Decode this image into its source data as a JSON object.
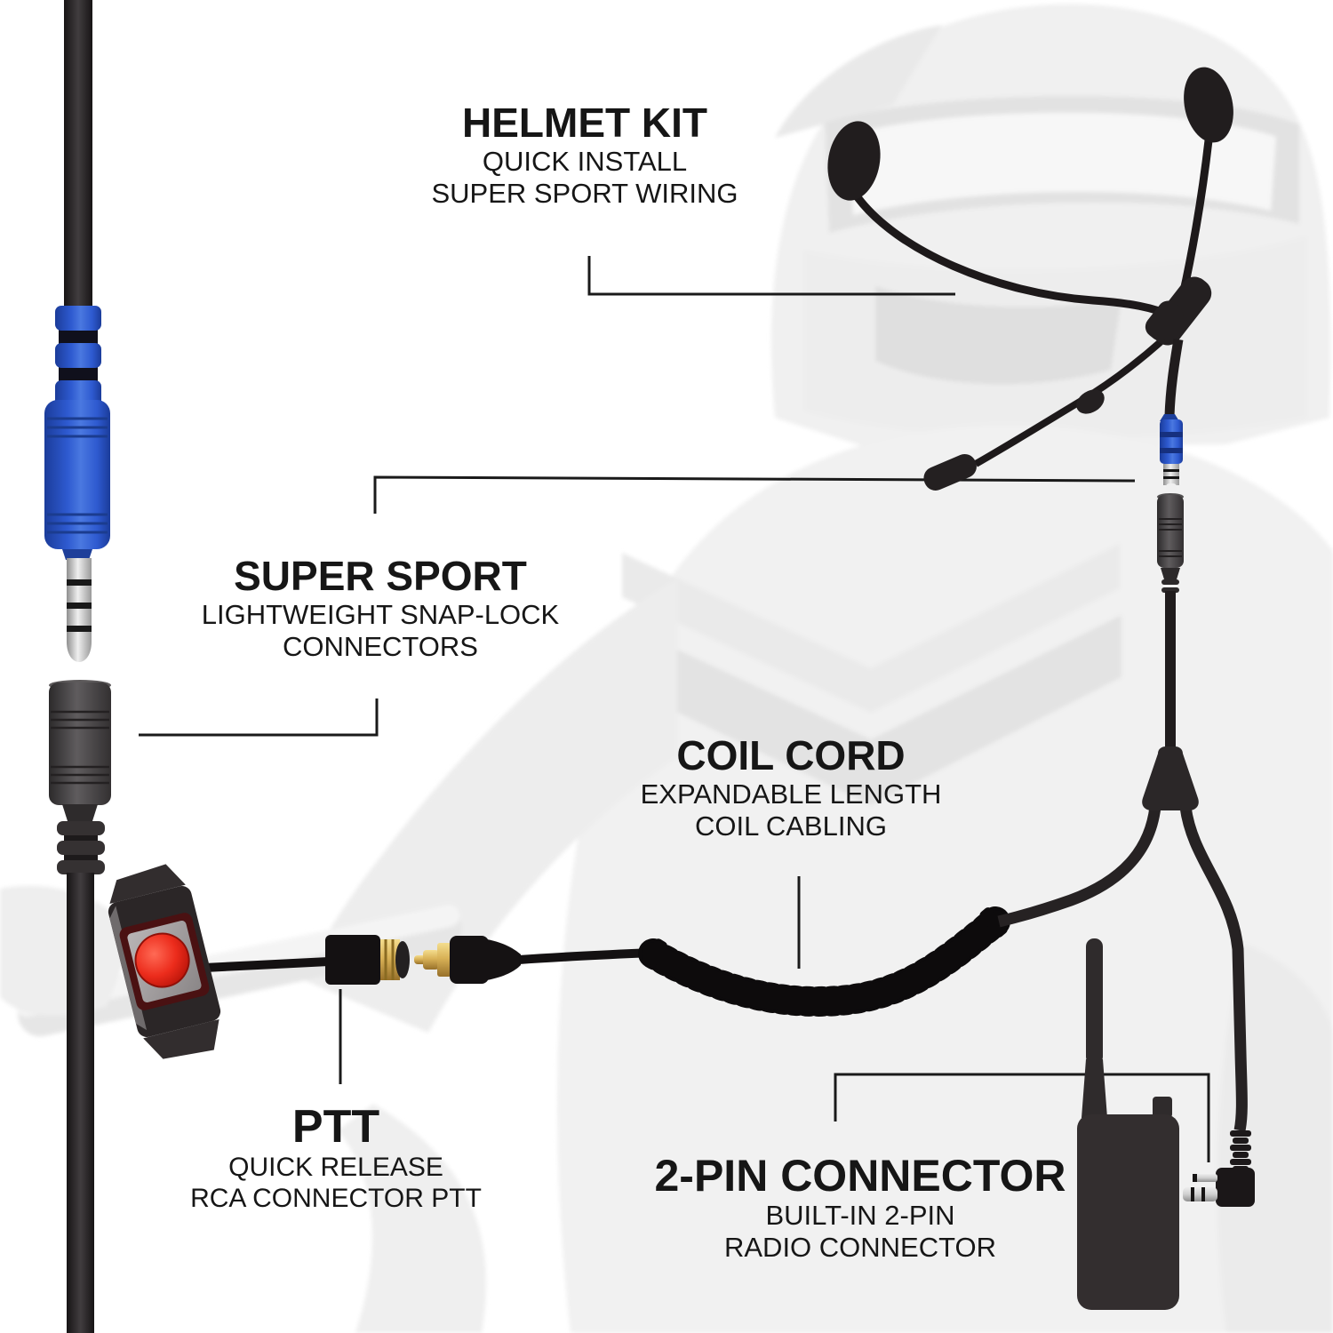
{
  "page": {
    "background_color": "#ffffff",
    "type": "product-callout-diagram"
  },
  "labels": {
    "helmet_kit": {
      "title": "HELMET KIT",
      "line1": "QUICK INSTALL",
      "line2": "SUPER SPORT WIRING"
    },
    "super_sport": {
      "title": "SUPER SPORT",
      "line1": "LIGHTWEIGHT SNAP-LOCK",
      "line2": "CONNECTORS"
    },
    "coil_cord": {
      "title": "COIL CORD",
      "line1": "EXPANDABLE LENGTH",
      "line2": "COIL CABLING"
    },
    "ptt": {
      "title": "PTT",
      "line1": "QUICK RELEASE",
      "line2": "RCA CONNECTOR PTT"
    },
    "two_pin_connector": {
      "title": "2-PIN CONNECTOR",
      "line1": "BUILT-IN 2-PIN",
      "line2": "RADIO CONNECTOR"
    }
  },
  "components": [
    "helmet-kit-headset-icon",
    "super-sport-male-connector-icon",
    "super-sport-female-connector-icon",
    "mini-snap-lock-connectors-icon",
    "coil-cord-icon",
    "ptt-button-icon",
    "rca-quick-release-icon",
    "y-splitter-icon",
    "two-pin-connector-icon",
    "handheld-radio-icon"
  ],
  "colors": {
    "connector_blue": "#2b57c8",
    "ptt_red": "#e8281b",
    "rca_gold": "#d8b05a",
    "silhouette_black": "#2a2627",
    "connector_gray": "#4a4749",
    "callout_line": "#1a1a1a",
    "text": "#161616",
    "background": "#ffffff"
  }
}
